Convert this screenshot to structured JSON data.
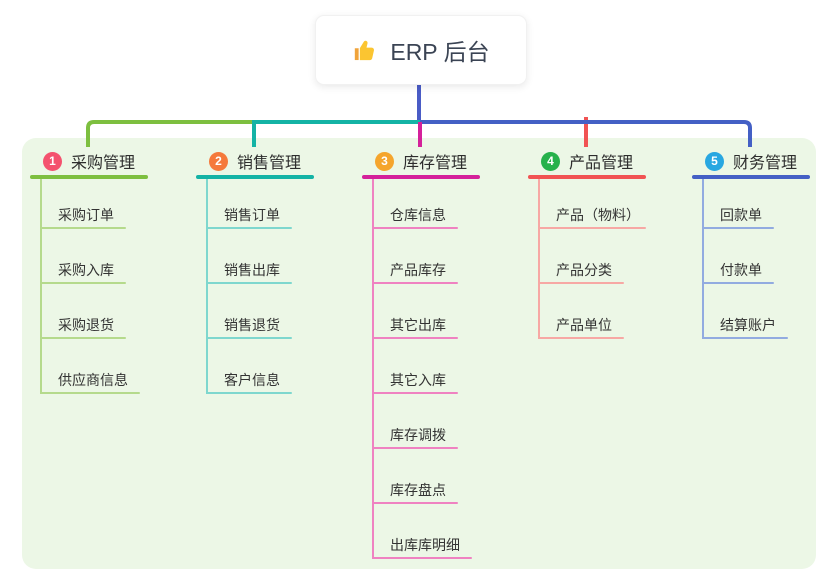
{
  "root": {
    "title": "ERP 后台",
    "icon": "thumbs-up-icon"
  },
  "branches": [
    {
      "badge": "1",
      "label": "采购管理",
      "badge_color": "#f4526e",
      "line_color": "#7dbf3f",
      "child_line_color": "#b5da8c",
      "children": [
        "采购订单",
        "采购入库",
        "采购退货",
        "供应商信息"
      ]
    },
    {
      "badge": "2",
      "label": "销售管理",
      "badge_color": "#f5793b",
      "line_color": "#14b3a5",
      "child_line_color": "#7ed7ce",
      "children": [
        "销售订单",
        "销售出库",
        "销售退货",
        "客户信息"
      ]
    },
    {
      "badge": "3",
      "label": "库存管理",
      "badge_color": "#f5a52c",
      "line_color": "#d4219a",
      "child_line_color": "#ef82c1",
      "children": [
        "仓库信息",
        "产品库存",
        "其它出库",
        "其它入库",
        "库存调拨",
        "库存盘点",
        "出库库明细"
      ]
    },
    {
      "badge": "4",
      "label": "产品管理",
      "badge_color": "#26b14b",
      "line_color": "#f15353",
      "child_line_color": "#f7a8a4",
      "children": [
        "产品（物料）",
        "产品分类",
        "产品单位"
      ]
    },
    {
      "badge": "5",
      "label": "财务管理",
      "badge_color": "#28a7e1",
      "line_color": "#4460c5",
      "child_line_color": "#92abe0",
      "children": [
        "回款单",
        "付款单",
        "结算账户"
      ]
    }
  ],
  "colors": {
    "canvas_bg": "#ffffff",
    "panel_bg": "#ecf7e6",
    "root_edge": "#4a5cc6",
    "root_text": "#3b4454",
    "branch_text": "#2d2d2d",
    "child_text": "#333333",
    "thumb_yellow": "#fbc531",
    "thumb_cuff": "#f0a33a"
  }
}
